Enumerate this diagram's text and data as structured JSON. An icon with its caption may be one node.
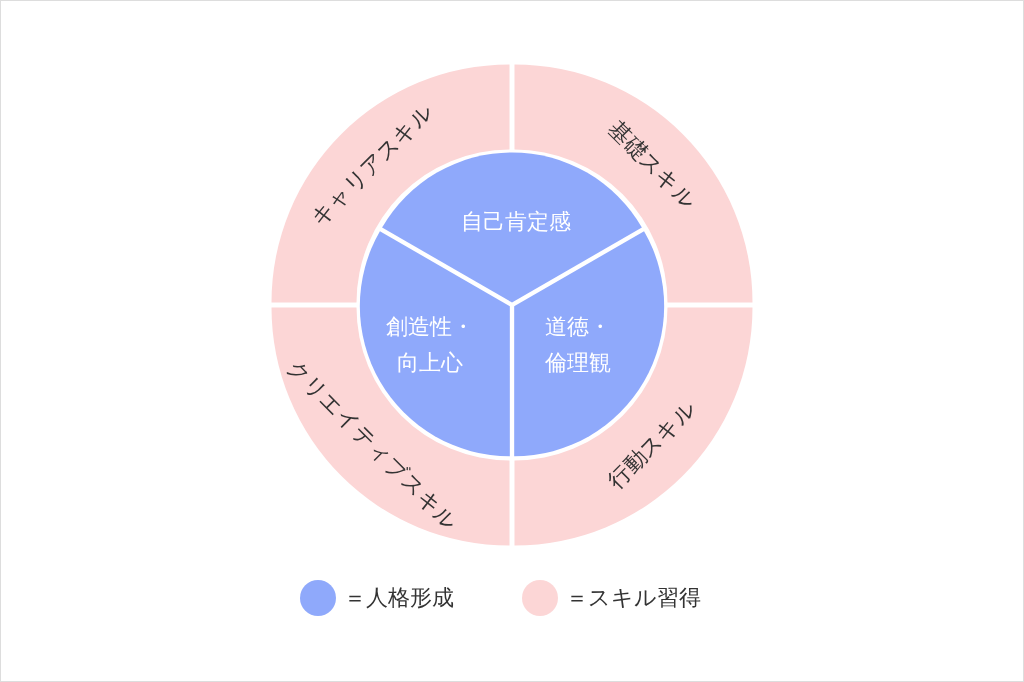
{
  "diagram": {
    "nodes": [
      {
        "text": [
          "キャリアスキル"
        ]
      },
      {
        "text": [
          "基礎スキル"
        ]
      },
      {
        "text": [
          "自己肯定感"
        ]
      },
      {
        "text": [
          "創造性・向上心"
        ]
      },
      {
        "text": [
          "道徳・倫理観"
        ]
      },
      {
        "text": [
          "クリエイティブスキル"
        ]
      },
      {
        "text": [
          "行動スキル"
        ]
      }
    ],
    "legend": [
      {
        "text": "＝人格形成",
        "color": "#8fa9fb"
      },
      {
        "text": "＝スキル習得",
        "color": "#fcd6d6"
      }
    ]
  }
}
